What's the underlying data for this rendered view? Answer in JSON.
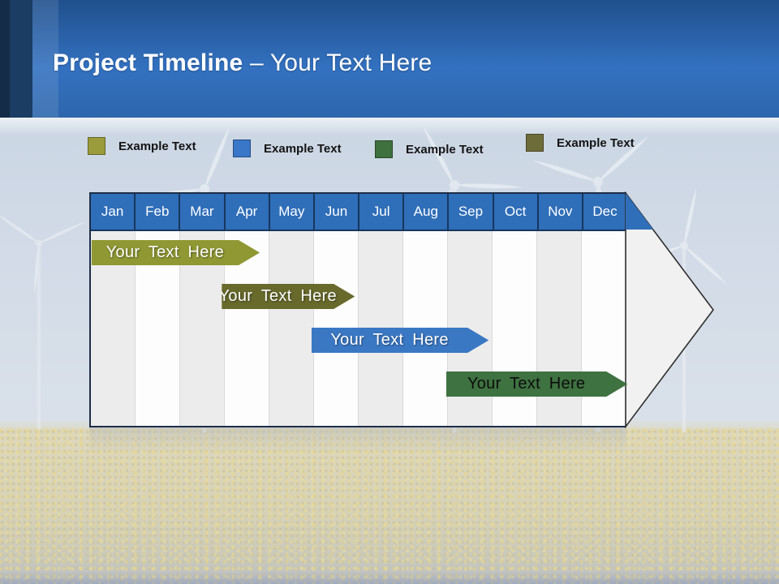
{
  "title": {
    "bold": "Project Timeline",
    "rest": "– Your Text Here"
  },
  "legend": {
    "items": [
      {
        "label": "Example Text",
        "color": "#9A9C3C"
      },
      {
        "label": "Example Text",
        "color": "#3A77C8"
      },
      {
        "label": "Example Text",
        "color": "#3E713E"
      },
      {
        "label": "Example Text",
        "color": "#6E6C38"
      }
    ]
  },
  "timeline": {
    "months": [
      "Jan",
      "Feb",
      "Mar",
      "Apr",
      "May",
      "Jun",
      "Jul",
      "Aug",
      "Sep",
      "Oct",
      "Nov",
      "Dec"
    ],
    "header_color": "#2F6EB9",
    "bars": [
      {
        "label": "Your Text Here",
        "color": "#8F9833",
        "text": "light",
        "start": 0.05,
        "end": 3.82
      },
      {
        "label": "Your Text Here",
        "color": "#686A2C",
        "text": "light",
        "start": 2.97,
        "end": 5.95
      },
      {
        "label": "Your Text Here",
        "color": "#3B78C4",
        "text": "light",
        "start": 4.98,
        "end": 8.95
      },
      {
        "label": "Your Text Here",
        "color": "#3E7240",
        "text": "dark",
        "start": 8.0,
        "end": 12.06
      }
    ]
  },
  "chart_data": {
    "type": "gantt",
    "title": "Project Timeline – Your Text Here",
    "categories": [
      "Jan",
      "Feb",
      "Mar",
      "Apr",
      "May",
      "Jun",
      "Jul",
      "Aug",
      "Sep",
      "Oct",
      "Nov",
      "Dec"
    ],
    "bars": [
      {
        "name": "Your Text Here",
        "start_month": "Jan",
        "end_month": "Apr",
        "color": "#8F9833"
      },
      {
        "name": "Your Text Here",
        "start_month": "Apr",
        "end_month": "Jun",
        "color": "#686A2C"
      },
      {
        "name": "Your Text Here",
        "start_month": "Jun",
        "end_month": "Sep",
        "color": "#3B78C4"
      },
      {
        "name": "Your Text Here",
        "start_month": "Sep",
        "end_month": "Dec",
        "color": "#3E7240"
      }
    ],
    "legend_entries": [
      "Example Text",
      "Example Text",
      "Example Text",
      "Example Text"
    ],
    "legend_position": "top",
    "grid": "vertical month columns, alternating shading"
  }
}
